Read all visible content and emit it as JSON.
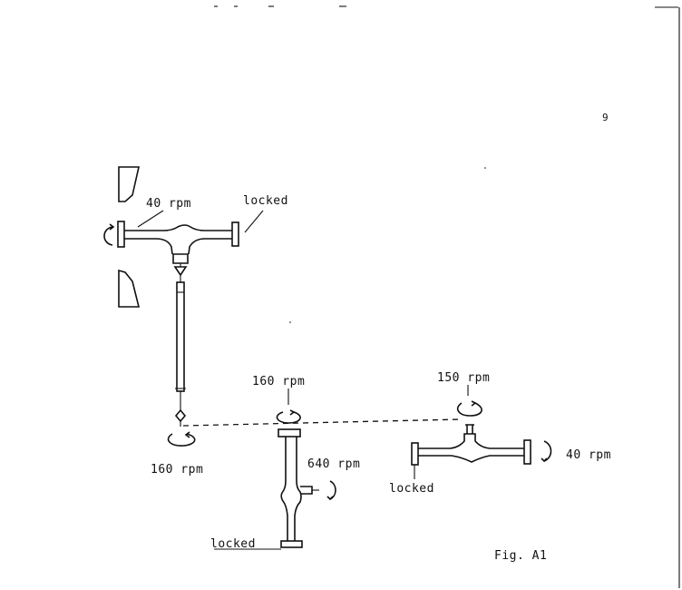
{
  "page_number": "9",
  "figure_label": "Fig. A1",
  "labels": {
    "rotor_speed": "40 rpm",
    "rotor_locked": "locked",
    "shaft_bottom_speed": "160 rpm",
    "middle_top_speed": "160 rpm",
    "middle_side_speed": "640 rpm",
    "middle_locked": "locked",
    "right_top_speed": "150 rpm",
    "right_side_speed": "40 rpm",
    "right_locked": "locked"
  },
  "colors": {
    "ink": "#111111",
    "paper": "#ffffff"
  }
}
